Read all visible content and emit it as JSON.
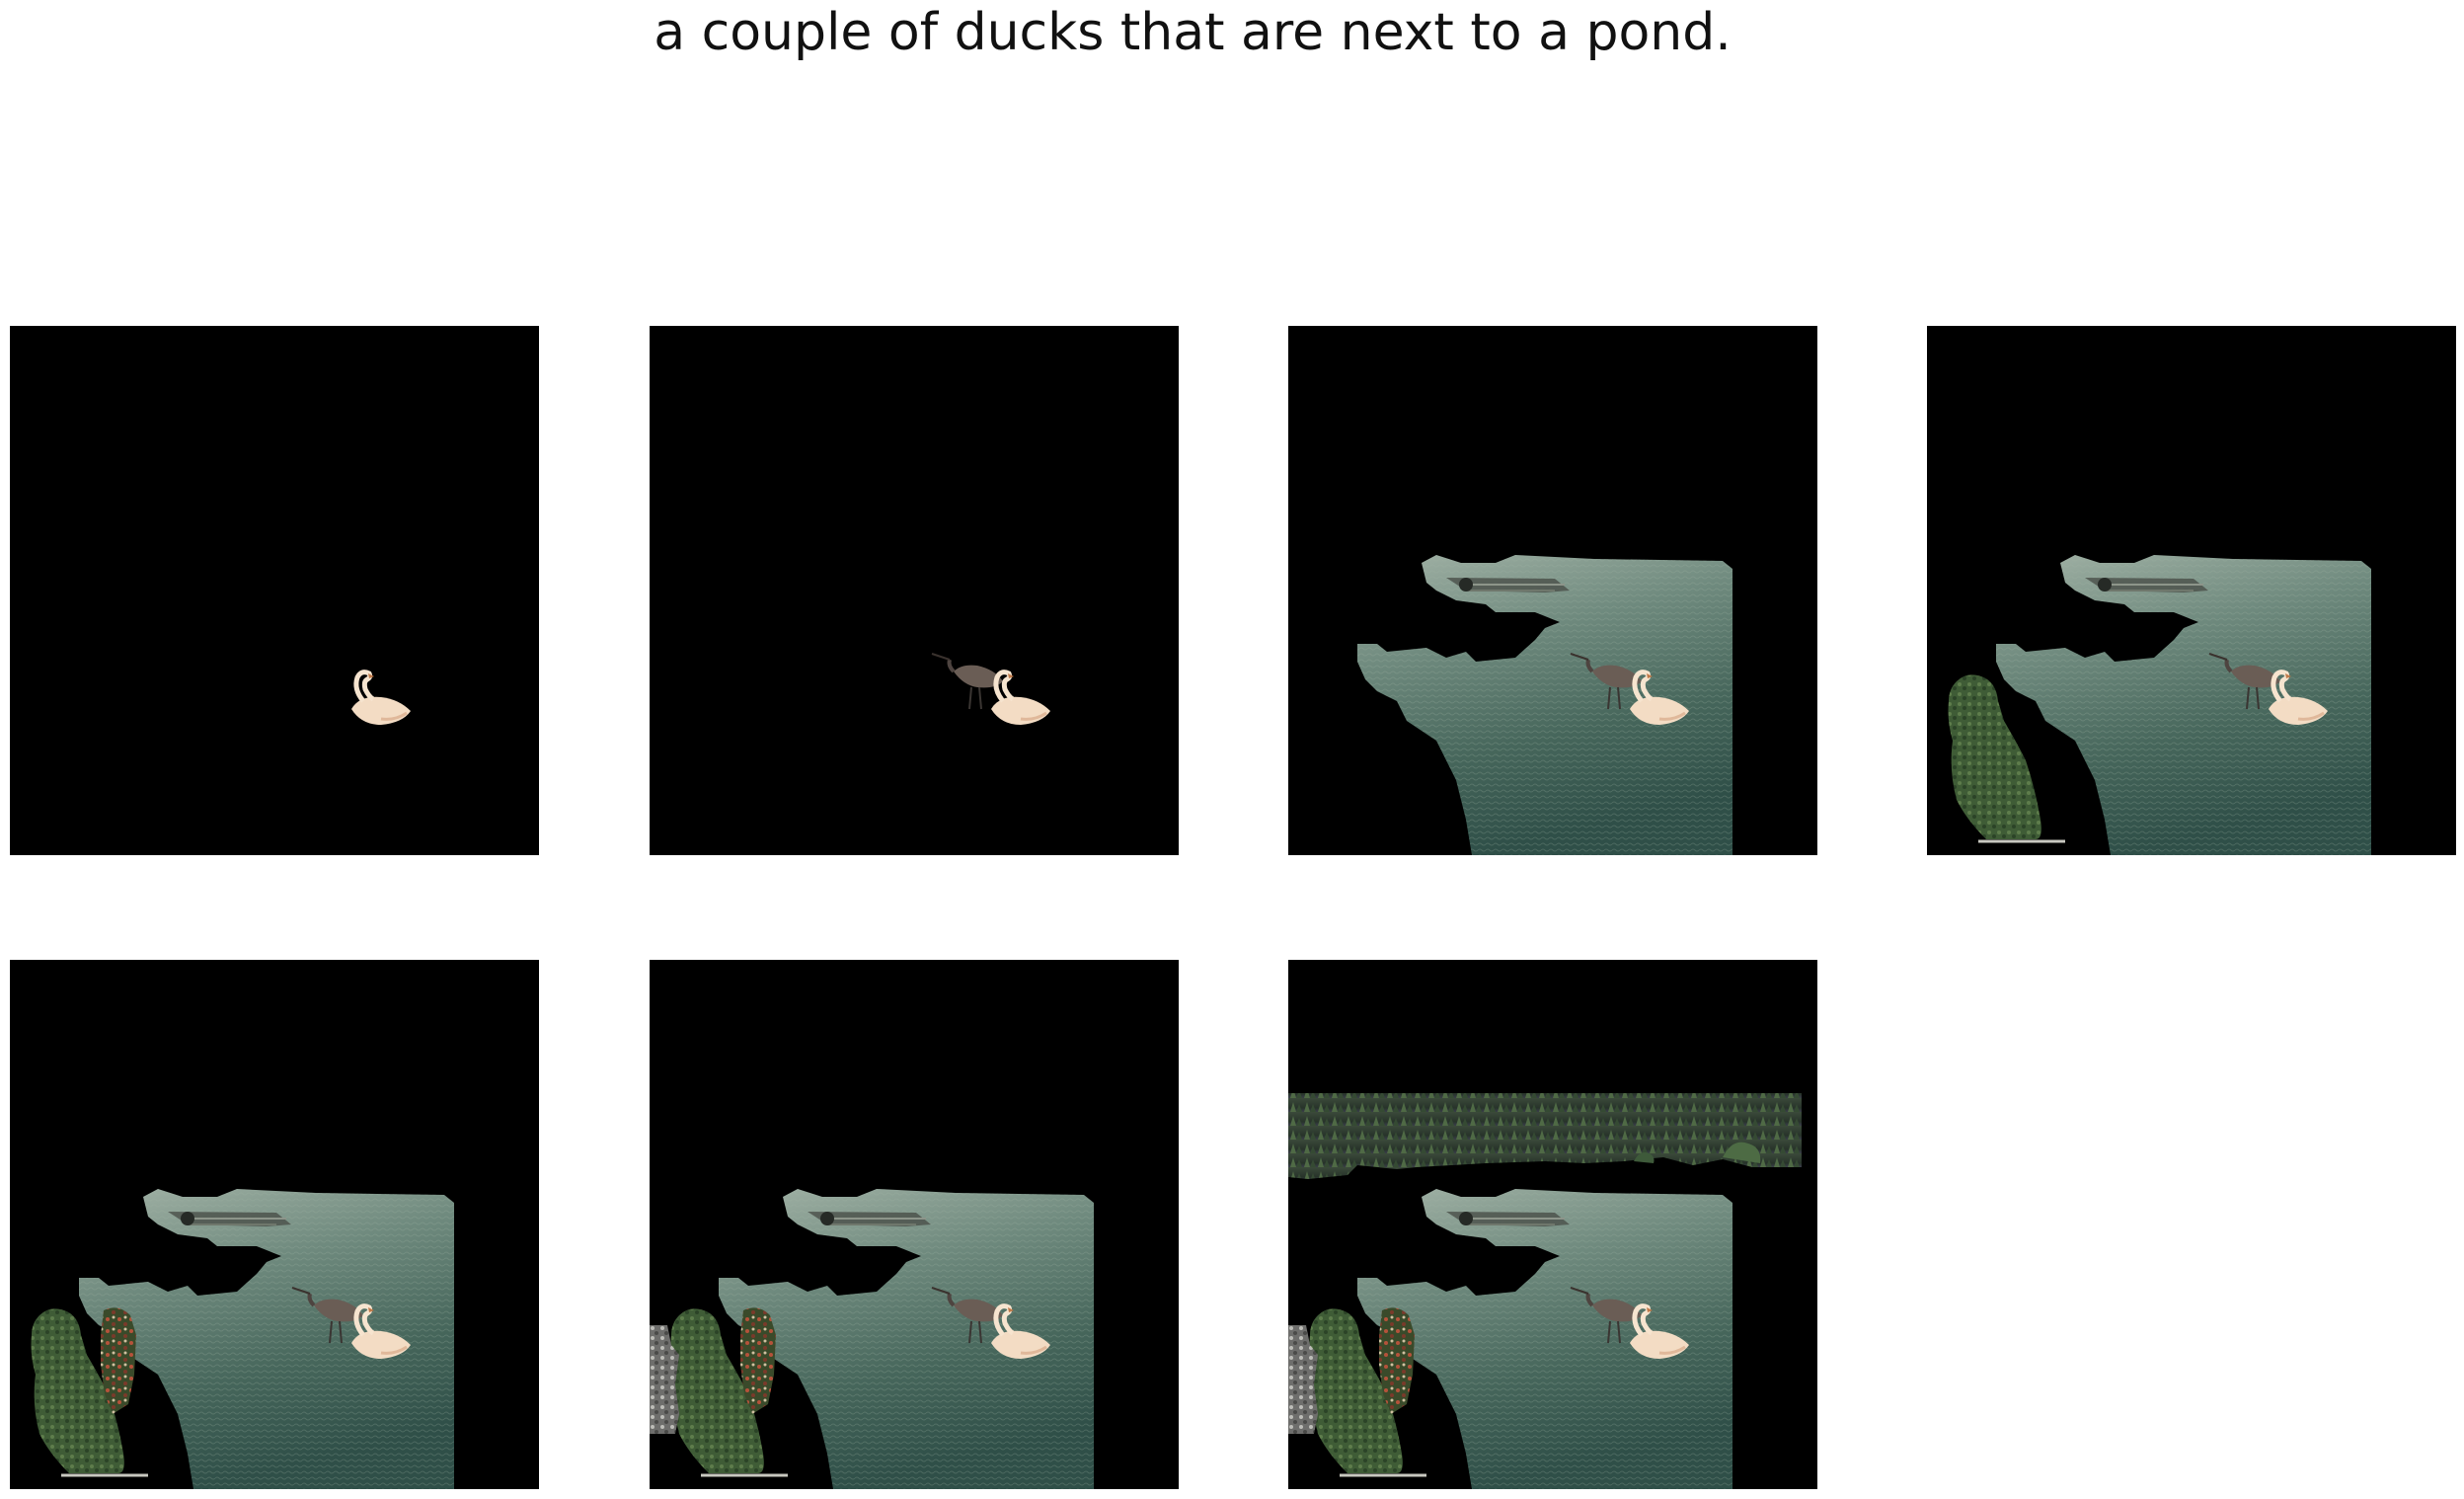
{
  "caption": "a couple of ducks that are next to a pond.",
  "panels": [
    {
      "id": 1,
      "segments": [
        "swan"
      ]
    },
    {
      "id": 2,
      "segments": [
        "swan",
        "heron"
      ]
    },
    {
      "id": 3,
      "segments": [
        "swan",
        "heron",
        "water"
      ]
    },
    {
      "id": 4,
      "segments": [
        "swan",
        "heron",
        "water",
        "bush-left"
      ]
    },
    {
      "id": 5,
      "segments": [
        "swan",
        "heron",
        "water",
        "bush-left",
        "flowers"
      ]
    },
    {
      "id": 6,
      "segments": [
        "swan",
        "heron",
        "water",
        "bush-left",
        "flowers",
        "rocks"
      ]
    },
    {
      "id": 7,
      "segments": [
        "swan",
        "heron",
        "water",
        "bush-left",
        "flowers",
        "rocks",
        "treeline"
      ]
    }
  ],
  "colors": {
    "background": "#000000",
    "water": "#45645a",
    "water_light": "#8fa598",
    "bush": "#3d5a35",
    "swan": "#f2dcc6",
    "heron": "#6b5f58",
    "trees": "#2c3a2c",
    "rocks": "#8a8a88"
  }
}
